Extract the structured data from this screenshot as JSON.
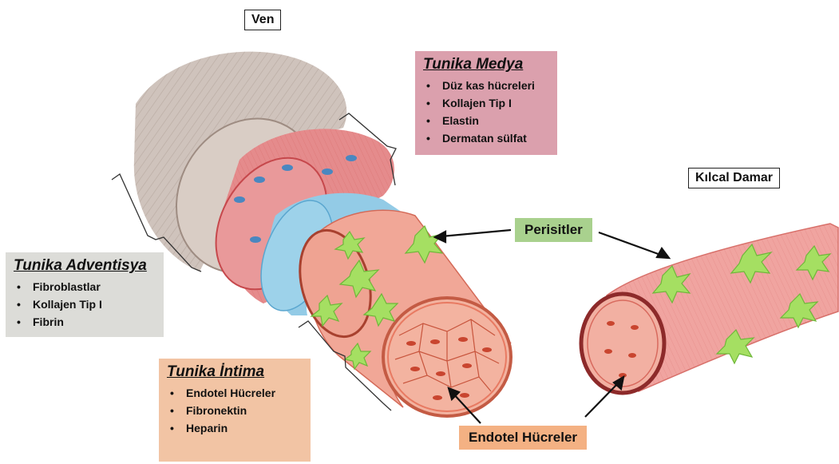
{
  "labels": {
    "vein": "Ven",
    "capillary": "Kılcal Damar",
    "pericytes": "Perisitler",
    "endothelial": "Endotel Hücreler"
  },
  "tunica_media": {
    "title": "Tunika Medya",
    "items": [
      "Düz kas hücreleri",
      "Kollajen Tip I",
      "Elastin",
      "Dermatan sülfat"
    ]
  },
  "tunica_adventitia": {
    "title": "Tunika Adventisya",
    "items": [
      "Fibroblastlar",
      "Kollajen Tip I",
      "Fibrin"
    ]
  },
  "tunica_intima": {
    "title": "Tunika İntima",
    "items": [
      "Endotel Hücreler",
      "Fibronektin",
      "Heparin"
    ]
  },
  "colors": {
    "media_box": "#dba0ad",
    "adventitia_box": "#dcdcd8",
    "intima_box": "#f2c4a4",
    "pericyte_box": "#a9d18e",
    "endothelial_box": "#f4b183",
    "adventitia_tissue": "#c9bdb6",
    "media_tissue": "#e28a8e",
    "elastic_layer": "#8cc8e4",
    "intima_tissue": "#ee9c88",
    "pericyte_cell": "#9fdc5c"
  }
}
